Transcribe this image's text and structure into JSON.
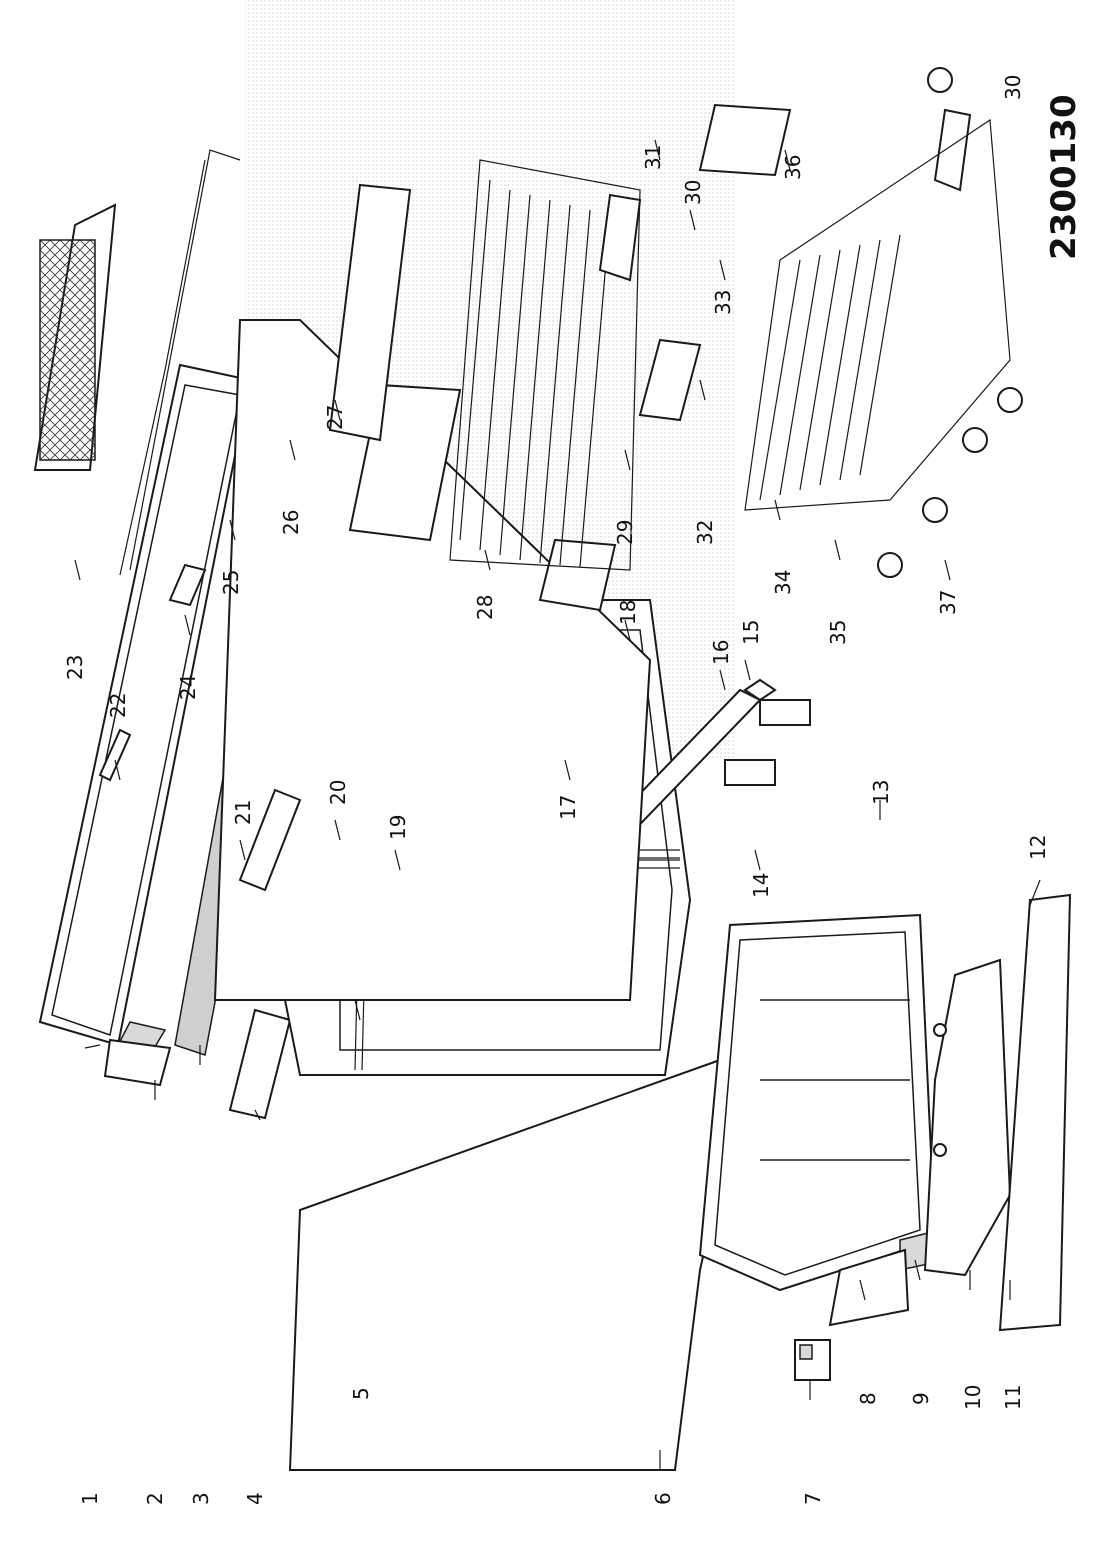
{
  "drawing_code": "2300130",
  "callouts": [
    {
      "id": "c1",
      "text": "1"
    },
    {
      "id": "c2",
      "text": "2"
    },
    {
      "id": "c3",
      "text": "3"
    },
    {
      "id": "c4",
      "text": "4"
    },
    {
      "id": "c5",
      "text": "5"
    },
    {
      "id": "c6",
      "text": "6"
    },
    {
      "id": "c7",
      "text": "7"
    },
    {
      "id": "c8",
      "text": "8"
    },
    {
      "id": "c9",
      "text": "9"
    },
    {
      "id": "c10",
      "text": "10"
    },
    {
      "id": "c11",
      "text": "11"
    },
    {
      "id": "c12",
      "text": "12"
    },
    {
      "id": "c13",
      "text": "13"
    },
    {
      "id": "c14",
      "text": "14"
    },
    {
      "id": "c15",
      "text": "15"
    },
    {
      "id": "c16",
      "text": "16"
    },
    {
      "id": "c17",
      "text": "17"
    },
    {
      "id": "c18",
      "text": "18"
    },
    {
      "id": "c19",
      "text": "19"
    },
    {
      "id": "c20",
      "text": "20"
    },
    {
      "id": "c21",
      "text": "21"
    },
    {
      "id": "c22",
      "text": "22"
    },
    {
      "id": "c23",
      "text": "23"
    },
    {
      "id": "c24",
      "text": "24"
    },
    {
      "id": "c25",
      "text": "25"
    },
    {
      "id": "c26",
      "text": "26"
    },
    {
      "id": "c27",
      "text": "27"
    },
    {
      "id": "c28",
      "text": "28"
    },
    {
      "id": "c29",
      "text": "29"
    },
    {
      "id": "c30a",
      "text": "30"
    },
    {
      "id": "c30b",
      "text": "30"
    },
    {
      "id": "c31",
      "text": "31"
    },
    {
      "id": "c32",
      "text": "32"
    },
    {
      "id": "c33",
      "text": "33"
    },
    {
      "id": "c34",
      "text": "34"
    },
    {
      "id": "c35",
      "text": "35"
    },
    {
      "id": "c36",
      "text": "36"
    },
    {
      "id": "c37",
      "text": "37"
    }
  ]
}
